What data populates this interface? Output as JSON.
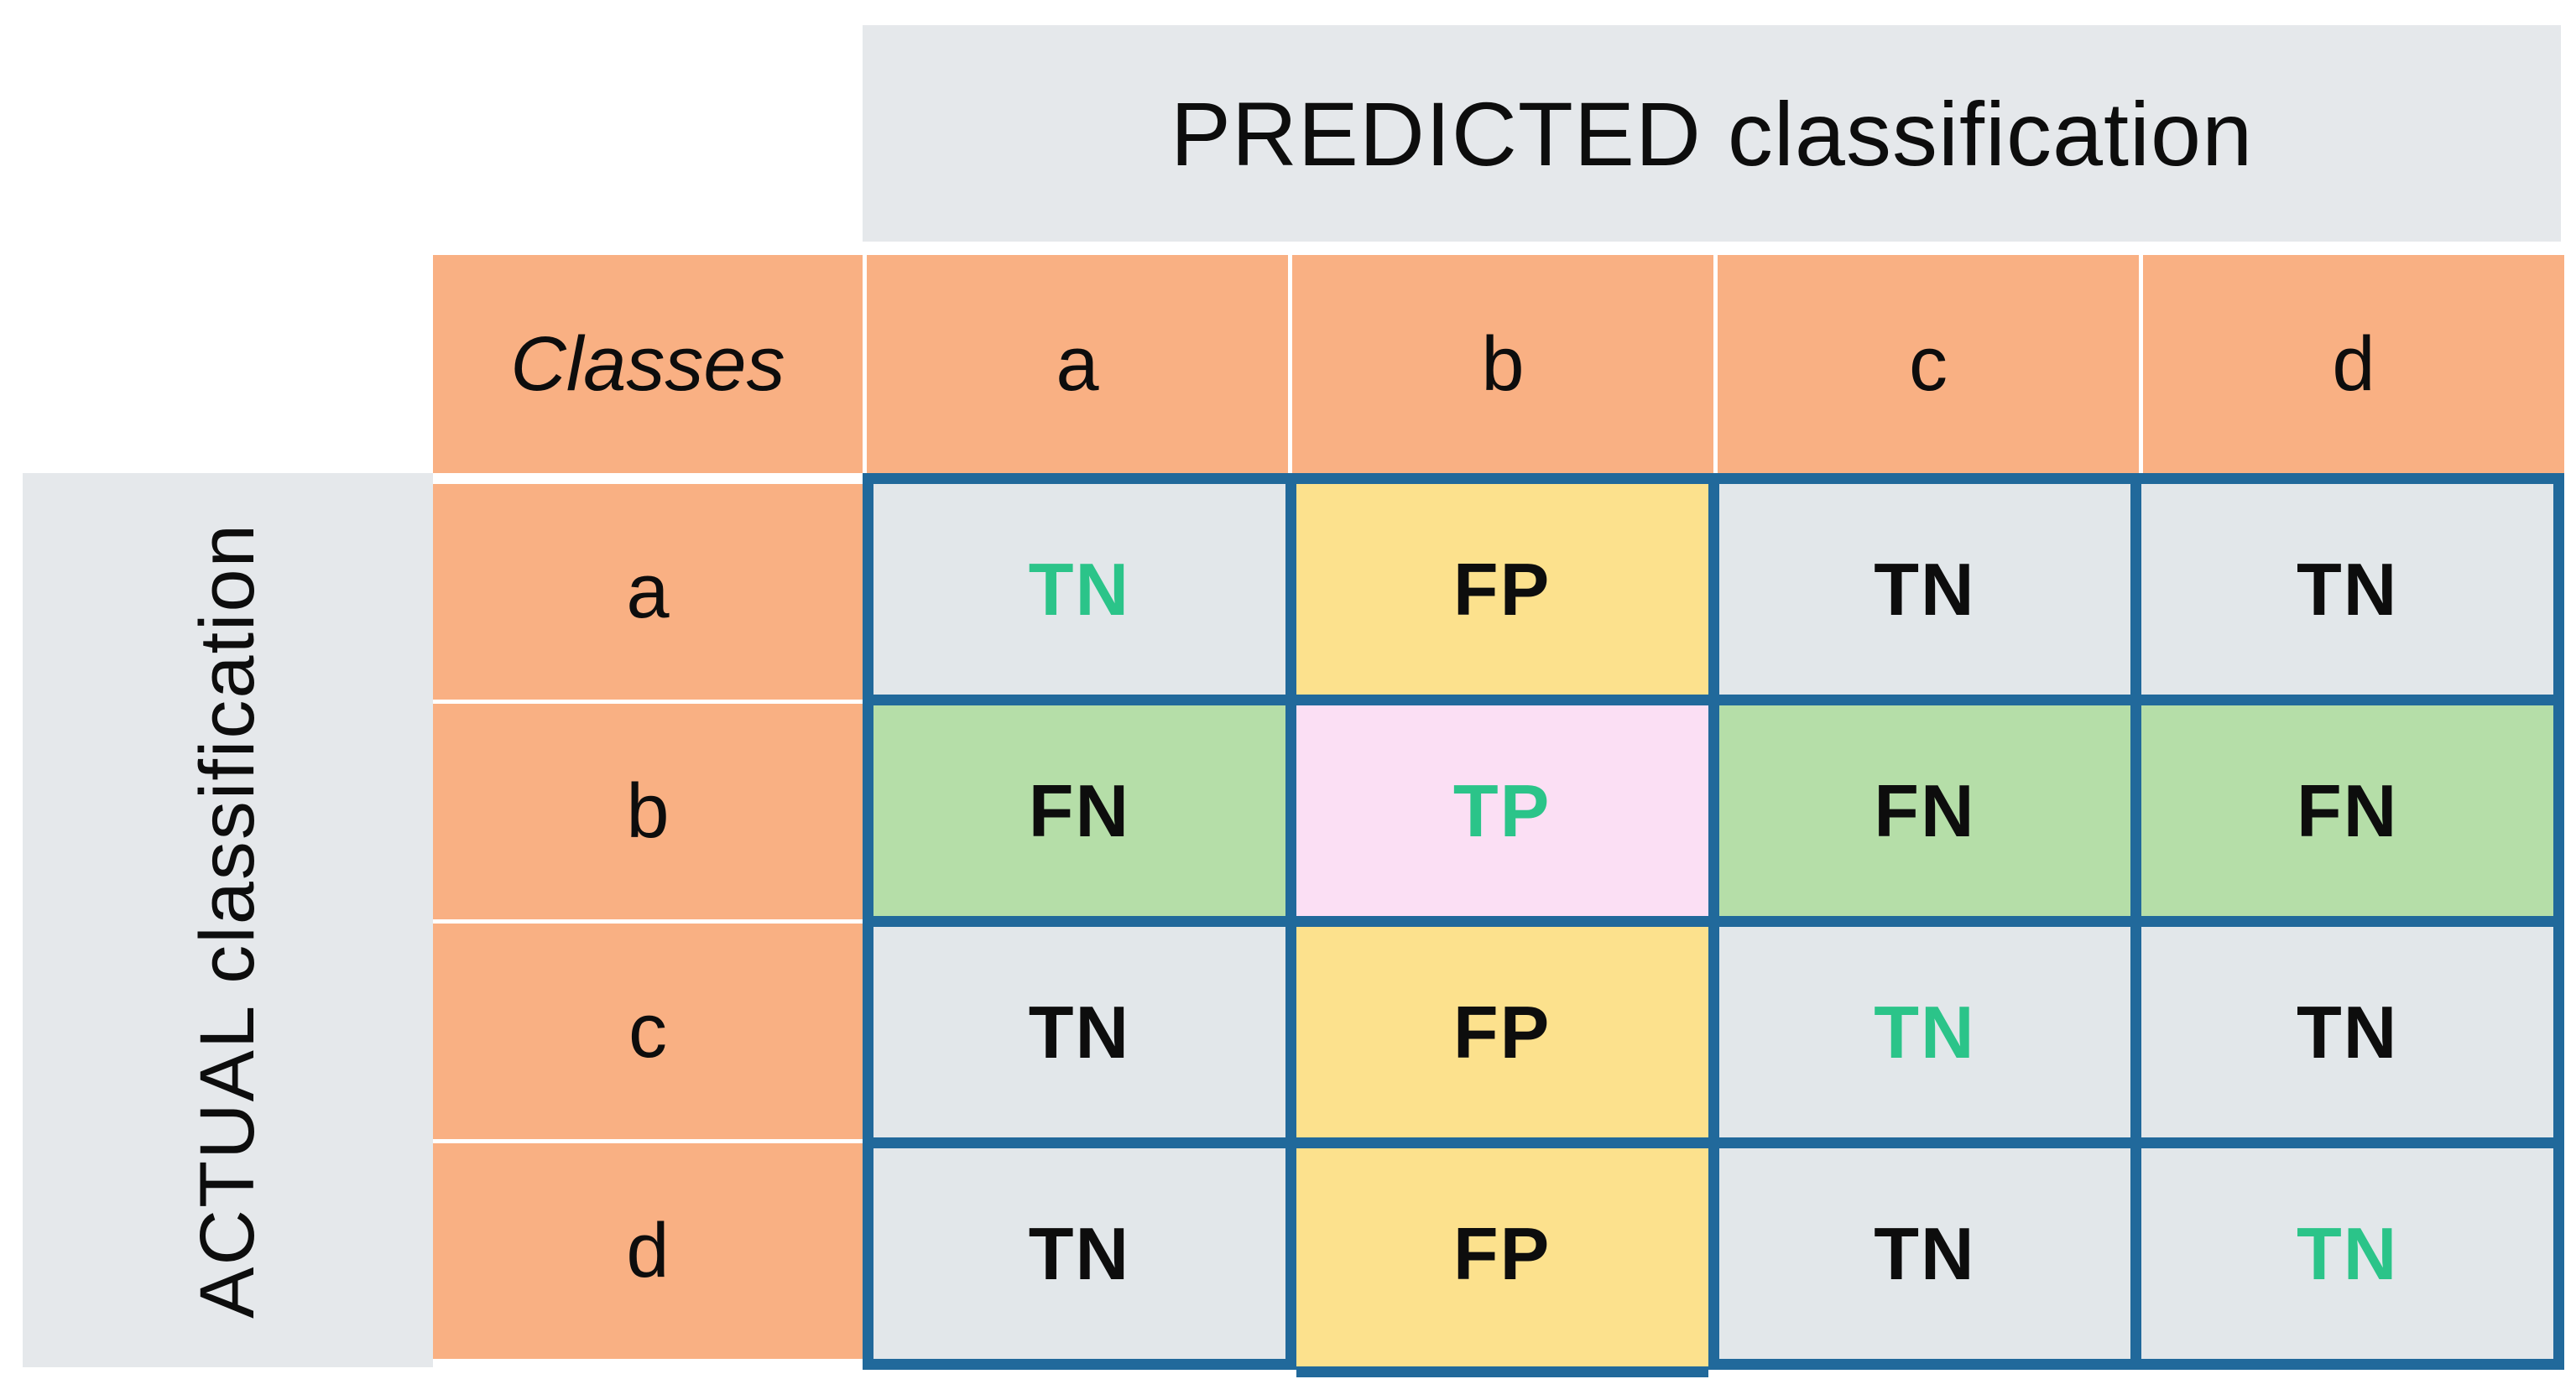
{
  "colors": {
    "panel_bg": "#E5E8EB",
    "orange": "#F9B083",
    "cell_gray": "#E2E7EA",
    "yellow": "#FCE18D",
    "green": "#B5DEA8",
    "pink": "#FBDFF4",
    "border_blue": "#21699B",
    "teal": "#2BC489",
    "text_dark": "#0D0D0D"
  },
  "predicted_header": {
    "label": "PREDICTED classification"
  },
  "actual_header": {
    "label": "ACTUAL classification"
  },
  "classes_header": {
    "label": "Classes",
    "columns": [
      "a",
      "b",
      "c",
      "d"
    ]
  },
  "row_labels": [
    "a",
    "b",
    "c",
    "d"
  ],
  "matrix": {
    "rows": [
      {
        "label": "a",
        "cells": [
          {
            "text": "TN",
            "bg": "cell_gray",
            "fg": "teal"
          },
          {
            "text": "FP",
            "bg": "yellow",
            "fg": "text_dark"
          },
          {
            "text": "TN",
            "bg": "cell_gray",
            "fg": "text_dark"
          },
          {
            "text": "TN",
            "bg": "cell_gray",
            "fg": "text_dark"
          }
        ]
      },
      {
        "label": "b",
        "cells": [
          {
            "text": "FN",
            "bg": "green",
            "fg": "text_dark"
          },
          {
            "text": "TP",
            "bg": "pink",
            "fg": "teal"
          },
          {
            "text": "FN",
            "bg": "green",
            "fg": "text_dark"
          },
          {
            "text": "FN",
            "bg": "green",
            "fg": "text_dark"
          }
        ]
      },
      {
        "label": "c",
        "cells": [
          {
            "text": "TN",
            "bg": "cell_gray",
            "fg": "text_dark"
          },
          {
            "text": "FP",
            "bg": "yellow",
            "fg": "text_dark"
          },
          {
            "text": "TN",
            "bg": "cell_gray",
            "fg": "teal"
          },
          {
            "text": "TN",
            "bg": "cell_gray",
            "fg": "text_dark"
          }
        ]
      },
      {
        "label": "d",
        "cells": [
          {
            "text": "TN",
            "bg": "cell_gray",
            "fg": "text_dark"
          },
          {
            "text": "FP",
            "bg": "yellow",
            "fg": "text_dark"
          },
          {
            "text": "TN",
            "bg": "cell_gray",
            "fg": "text_dark"
          },
          {
            "text": "TN",
            "bg": "cell_gray",
            "fg": "teal"
          }
        ]
      }
    ]
  }
}
